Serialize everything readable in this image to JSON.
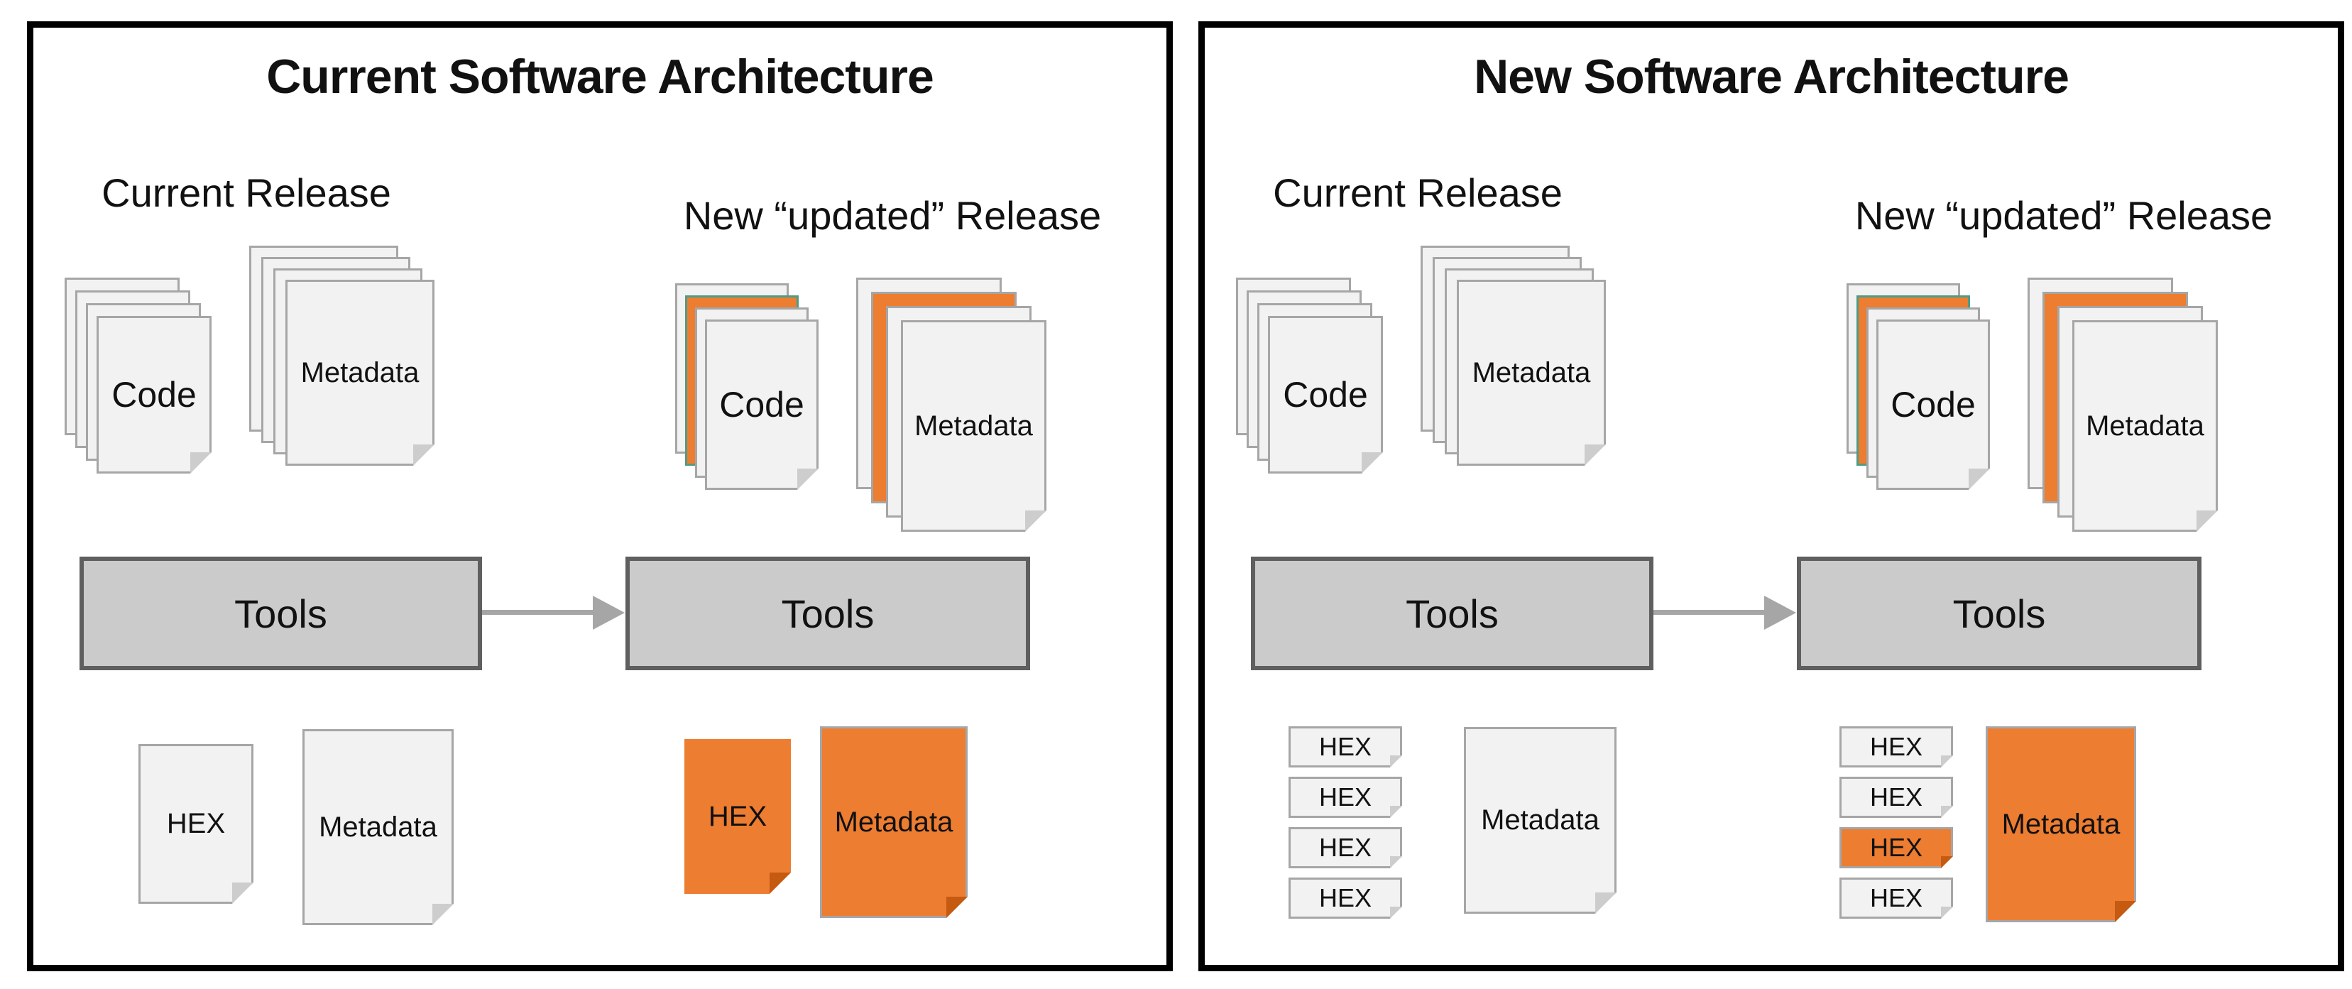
{
  "colors": {
    "accent_orange": "#ED7D31",
    "accent_orange_dark": "#C55A11",
    "accent_teal": "#4F9B87",
    "page_fill": "#F2F2F2",
    "page_border": "#A6A6A6",
    "tools_fill": "#CBCBCB",
    "tools_border": "#5F5F5F",
    "arrow": "#A6A6A6",
    "panel_border": "#000000"
  },
  "panels": [
    {
      "title": "Current Software Architecture",
      "current_release": {
        "label": "Current Release",
        "code": "Code",
        "metadata": "Metadata"
      },
      "new_release": {
        "label": "New “updated” Release",
        "code": "Code",
        "metadata": "Metadata"
      },
      "tools": {
        "left": "Tools",
        "right": "Tools"
      },
      "output_before": {
        "hex": "HEX",
        "metadata": "Metadata"
      },
      "output_after": {
        "hex": "HEX",
        "metadata": "Metadata",
        "highlight": "all-orange"
      }
    },
    {
      "title": "New Software Architecture",
      "current_release": {
        "label": "Current Release",
        "code": "Code",
        "metadata": "Metadata"
      },
      "new_release": {
        "label": "New “updated” Release",
        "code": "Code",
        "metadata": "Metadata"
      },
      "tools": {
        "left": "Tools",
        "right": "Tools"
      },
      "output_before": {
        "hex_items": [
          "HEX",
          "HEX",
          "HEX",
          "HEX"
        ],
        "metadata": "Metadata"
      },
      "output_after": {
        "hex_items": [
          "HEX",
          "HEX",
          "HEX",
          "HEX"
        ],
        "metadata": "Metadata",
        "highlighted_hex_index": 2
      }
    }
  ]
}
